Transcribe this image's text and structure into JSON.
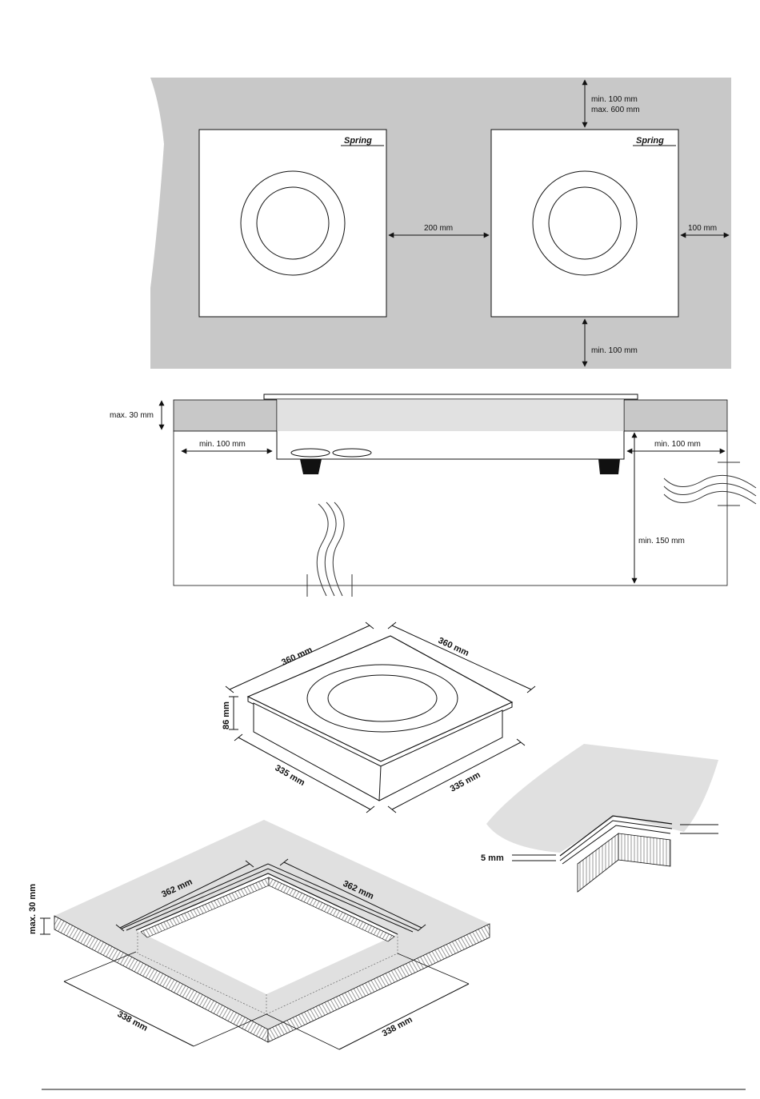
{
  "brand": {
    "logo_text": "Spring"
  },
  "colors": {
    "counter": "#c8c8c8",
    "counter_light": "#e0e0e0",
    "line": "#111111",
    "background": "#ffffff"
  },
  "top_view": {
    "label_top_1": "min. 100 mm",
    "label_top_2": "max. 600 mm",
    "label_between": "200 mm",
    "label_right": "100 mm",
    "label_bottom": "min. 100 mm"
  },
  "side_view": {
    "label_thickness": "max. 30 mm",
    "label_left": "min. 100 mm",
    "label_right": "min. 100 mm",
    "label_depth": "min. 150 mm"
  },
  "unit_view": {
    "width_top_left": "360 mm",
    "width_top_right": "360 mm",
    "height": "86 mm",
    "base_left": "335 mm",
    "base_right": "335 mm"
  },
  "edge_detail": {
    "label_gap": "5 mm"
  },
  "cutout_view": {
    "outer_left": "362 mm",
    "outer_right": "362 mm",
    "thickness": "max. 30 mm",
    "cut_left": "338 mm",
    "cut_right": "338 mm"
  }
}
